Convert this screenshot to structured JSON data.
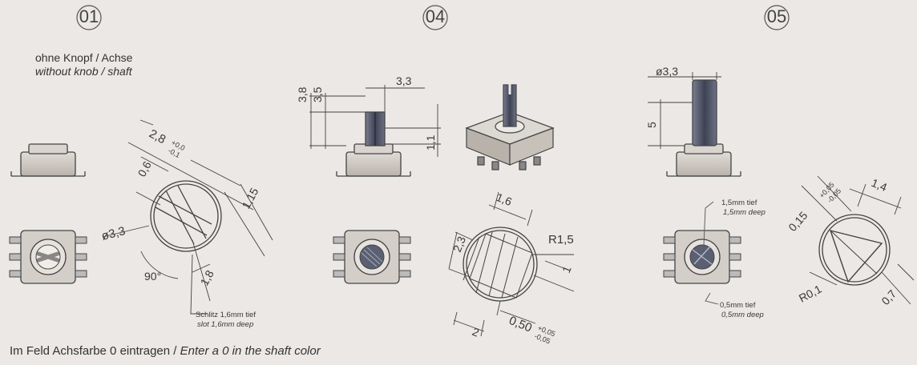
{
  "variants": [
    {
      "number": "01"
    },
    {
      "number": "04"
    },
    {
      "number": "05"
    }
  ],
  "v01": {
    "label_de": "ohne Knopf / Achse",
    "label_en": "without knob / shaft",
    "dim_width": "2,8",
    "dim_width_tol_plus": "+0,0",
    "dim_width_tol_minus": "-0,1",
    "dim_06": "0,6",
    "dim_115": "1,15",
    "dim_diameter": "ø3,3",
    "dim_angle": "90°",
    "dim_18": "1,8",
    "slot_de": "Schlitz 1,6mm tief",
    "slot_en": "slot 1,6mm deep"
  },
  "v04": {
    "dim_38": "3,8",
    "dim_35": "3,5",
    "dim_33": "3,3",
    "dim_11": "1,1",
    "dim_16": "1,6",
    "dim_23": "2,3",
    "dim_r15": "R1,5",
    "dim_1": "1",
    "dim_2": "2",
    "dim_050": "0,50",
    "dim_050_tol_plus": "+0,05",
    "dim_050_tol_minus": "-0,05"
  },
  "v05": {
    "dim_diameter": "ø3,3",
    "dim_5": "5",
    "depth15_de": "1,5mm tief",
    "depth15_en": "1,5mm deep",
    "depth05_de": "0,5mm tief",
    "depth05_en": "0,5mm deep",
    "dim_015": "0,15",
    "dim_015_tol_plus": "+0,05",
    "dim_015_tol_minus": "-0,05",
    "dim_14": "1,4",
    "dim_r01": "R0,1",
    "dim_07": "0,7"
  },
  "footer": {
    "text_de": "Im Feld Achsfarbe 0 eintragen / ",
    "text_en": "Enter a 0 in the shaft color"
  },
  "colors": {
    "background": "#ebe8e5",
    "line": "#555555",
    "shaft_dark": "#4a4f60",
    "body_gray": "#cfcac4"
  }
}
